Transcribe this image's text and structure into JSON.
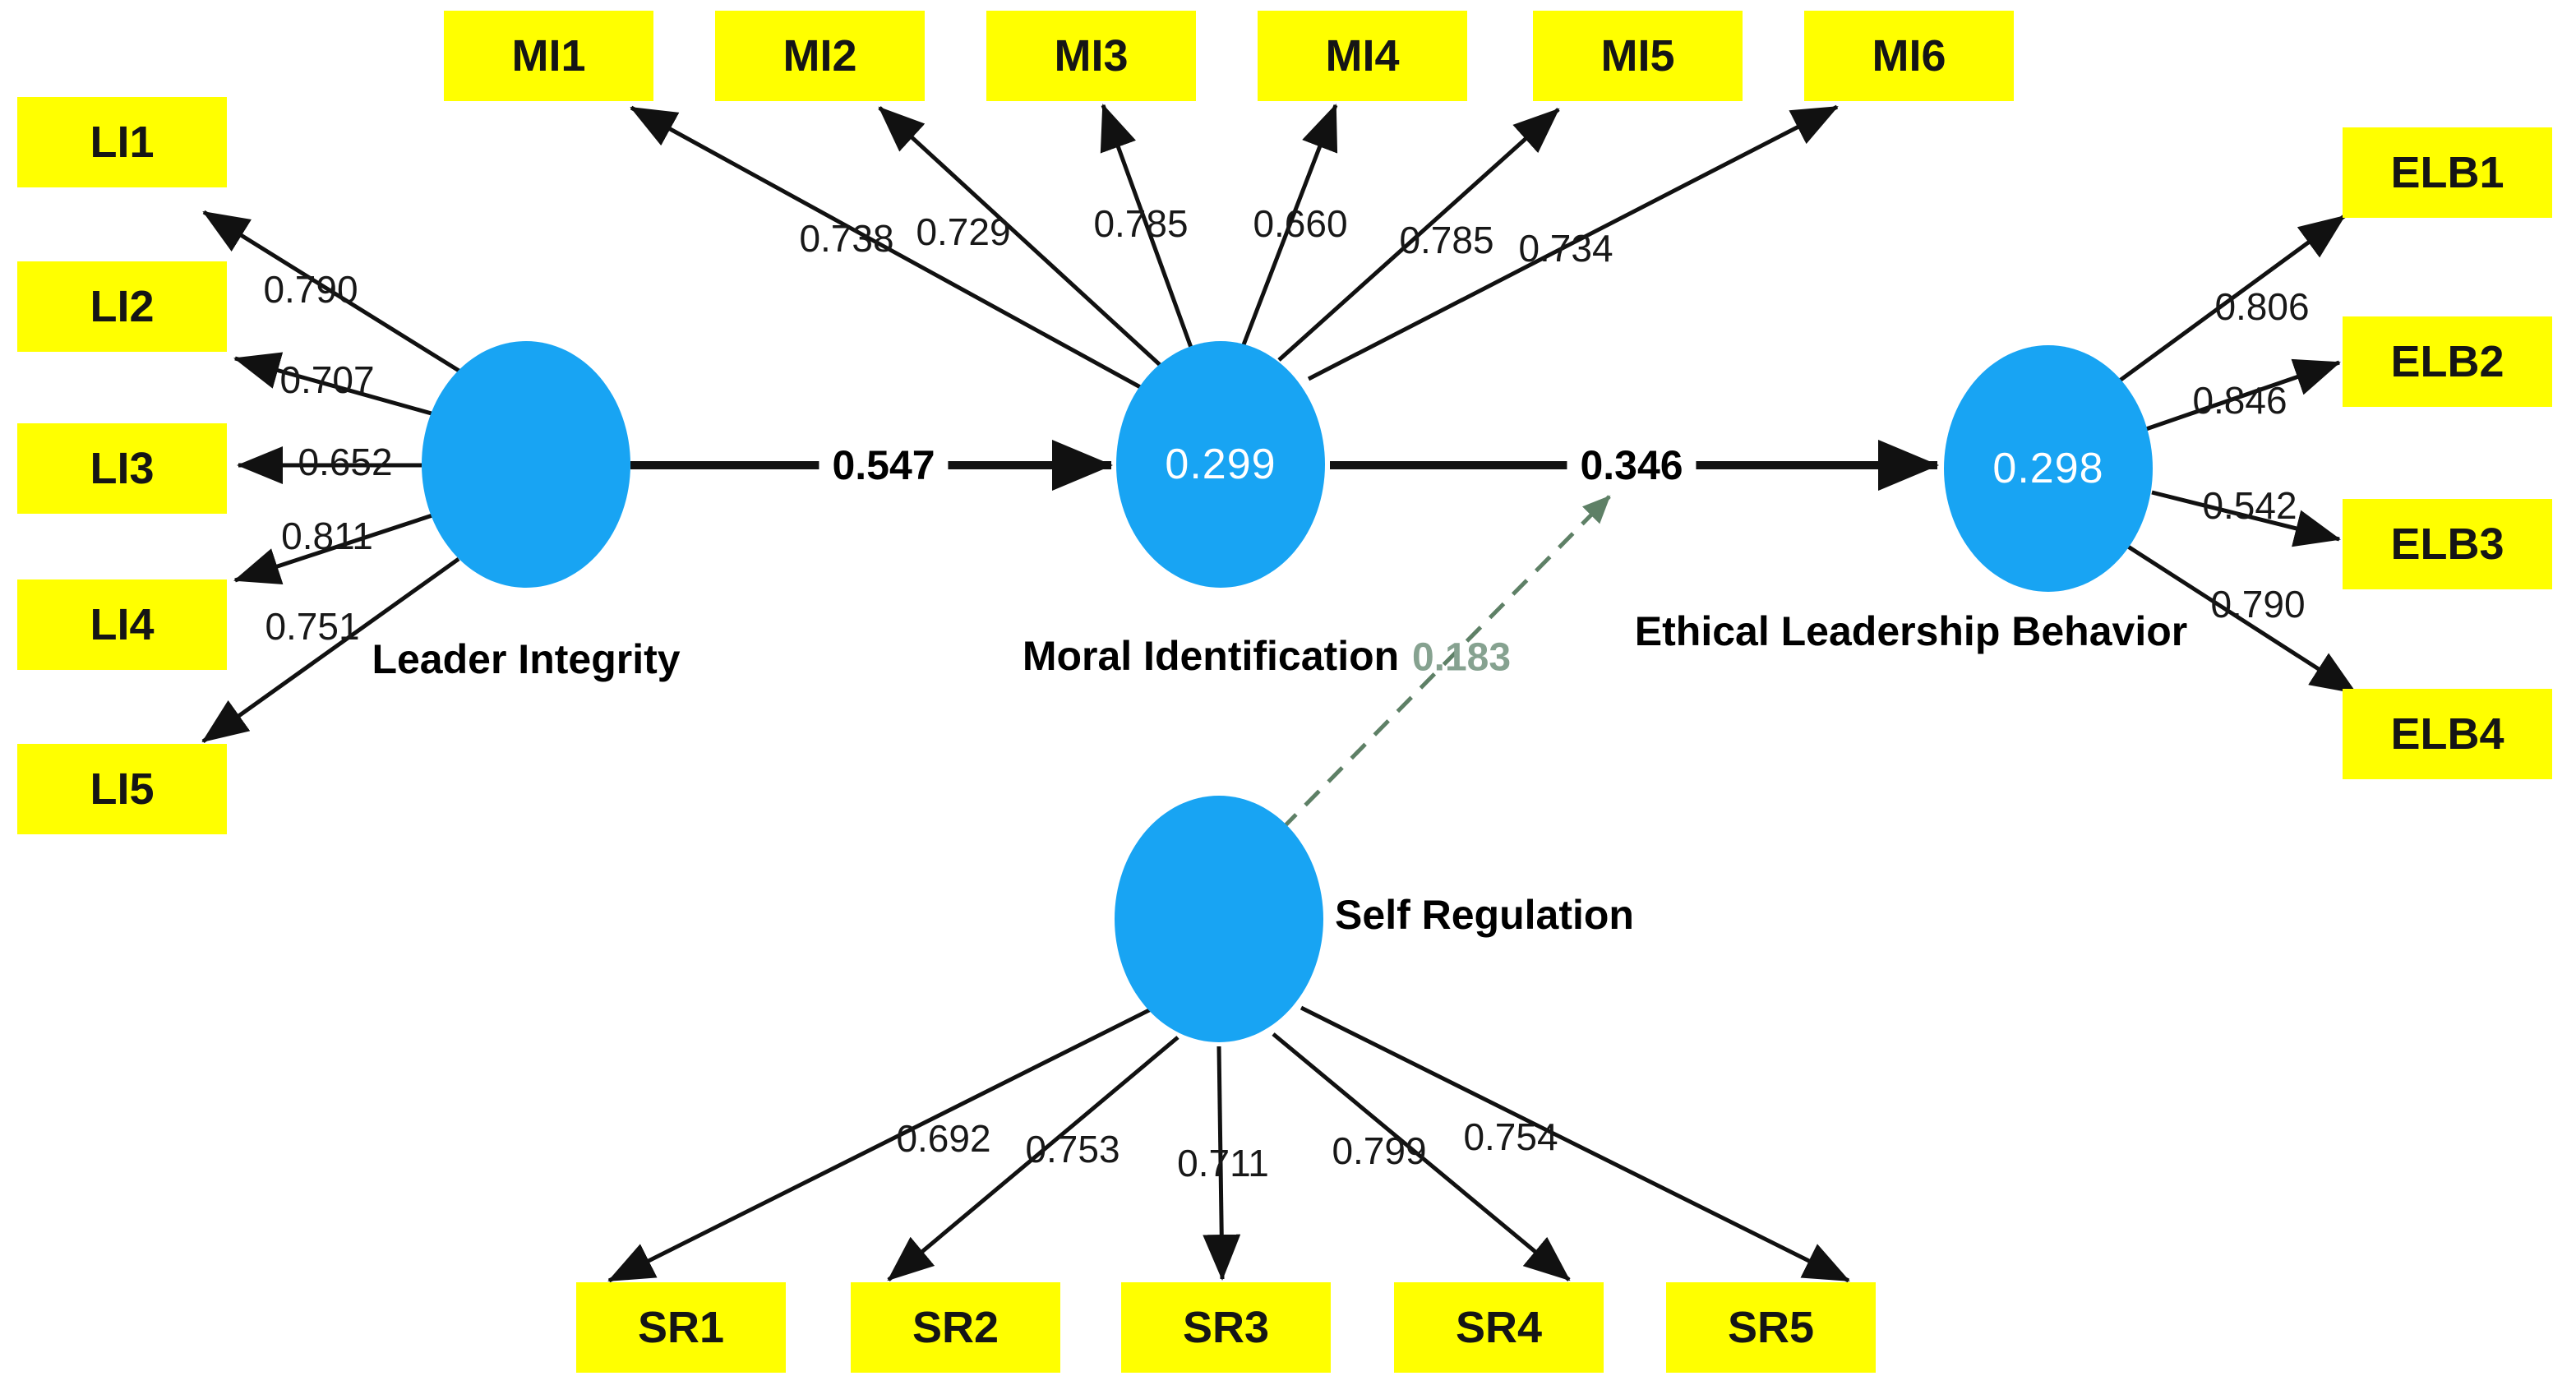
{
  "colors": {
    "background": "#ffffff",
    "indicator_fill": "#FFFF00",
    "construct_fill": "#18A4F3",
    "edge": "#111111",
    "r2_text": "#ffffff",
    "moderation_line": "#5E8066",
    "moderation_label": "#86A290"
  },
  "constructs": [
    {
      "id": "leader-integrity",
      "label": "Leader Integrity"
    },
    {
      "id": "moral-identification",
      "label": "Moral Identification",
      "r2": "0.299"
    },
    {
      "id": "ethical-leadership-behavior",
      "label": "Ethical Leadership Behavior",
      "r2": "0.298"
    },
    {
      "id": "self-regulation",
      "label": "Self Regulation"
    }
  ],
  "indicators": {
    "leader_integrity": [
      {
        "name": "LI1",
        "loading": "0.790"
      },
      {
        "name": "LI2",
        "loading": "0.707"
      },
      {
        "name": "LI3",
        "loading": "0.652"
      },
      {
        "name": "LI4",
        "loading": "0.811"
      },
      {
        "name": "LI5",
        "loading": "0.751"
      }
    ],
    "moral_identification": [
      {
        "name": "MI1",
        "loading": "0.738"
      },
      {
        "name": "MI2",
        "loading": "0.729"
      },
      {
        "name": "MI3",
        "loading": "0.785"
      },
      {
        "name": "MI4",
        "loading": "0.660"
      },
      {
        "name": "MI5",
        "loading": "0.785"
      },
      {
        "name": "MI6",
        "loading": "0.734"
      }
    ],
    "ethical_leadership_behavior": [
      {
        "name": "ELB1",
        "loading": "0.806"
      },
      {
        "name": "ELB2",
        "loading": "0.846"
      },
      {
        "name": "ELB3",
        "loading": "0.542"
      },
      {
        "name": "ELB4",
        "loading": "0.790"
      }
    ],
    "self_regulation": [
      {
        "name": "SR1",
        "loading": "0.692"
      },
      {
        "name": "SR2",
        "loading": "0.753"
      },
      {
        "name": "SR3",
        "loading": "0.711"
      },
      {
        "name": "SR4",
        "loading": "0.799"
      },
      {
        "name": "SR5",
        "loading": "0.754"
      }
    ]
  },
  "paths": [
    {
      "from": "Leader Integrity",
      "to": "Moral Identification",
      "coefficient": "0.547",
      "style": "solid"
    },
    {
      "from": "Moral Identification",
      "to": "Ethical Leadership Behavior",
      "coefficient": "0.346",
      "style": "solid"
    },
    {
      "from": "Self Regulation",
      "to": "Moral Identification - Ethical Leadership Behavior path",
      "coefficient": "0.183",
      "style": "dashed",
      "role": "moderation"
    }
  ]
}
